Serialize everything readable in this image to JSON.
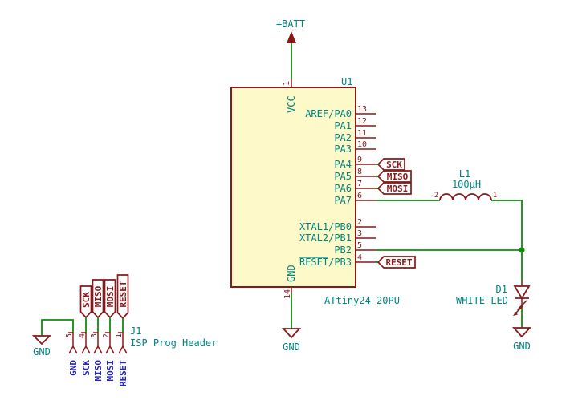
{
  "colors": {
    "component": "#8a1818",
    "wire": "#0d8c0d",
    "field_text": "#008484",
    "blue_text": "#2424c2",
    "ic_fill": "#fdf9c8"
  },
  "power": {
    "batt": "+BATT",
    "grounds": [
      "GND",
      "GND",
      "GND"
    ]
  },
  "ic": {
    "reference": "U1",
    "value": "ATtiny24-20PU",
    "top_pin": {
      "number": "1",
      "name": "VCC"
    },
    "bottom_pin": {
      "number": "14",
      "name": "GND"
    },
    "right_pins": [
      {
        "number": "13",
        "name": "AREF/PA0"
      },
      {
        "number": "12",
        "name": "PA1"
      },
      {
        "number": "11",
        "name": "PA2"
      },
      {
        "number": "10",
        "name": "PA3"
      },
      {
        "number": "9",
        "name": "PA4"
      },
      {
        "number": "8",
        "name": "PA5"
      },
      {
        "number": "7",
        "name": "PA6"
      },
      {
        "number": "6",
        "name": "PA7"
      },
      {
        "number": "2",
        "name": "XTAL1/PB0"
      },
      {
        "number": "3",
        "name": "XTAL2/PB1"
      },
      {
        "number": "5",
        "name": "PB2"
      },
      {
        "number": "4",
        "name": "RESET/PB3"
      }
    ]
  },
  "net_labels": {
    "sck": "SCK",
    "miso": "MISO",
    "mosi": "MOSI",
    "reset": "RESET"
  },
  "inductor": {
    "reference": "L1",
    "value": "100µH",
    "pin_left": "2",
    "pin_right": "1"
  },
  "led": {
    "reference": "D1",
    "value": "WHITE LED"
  },
  "header": {
    "reference": "J1",
    "value": "ISP Prog Header",
    "pins": [
      {
        "number": "5",
        "name": "GND"
      },
      {
        "number": "4",
        "name": "SCK"
      },
      {
        "number": "3",
        "name": "MISO"
      },
      {
        "number": "2",
        "name": "MOSI"
      },
      {
        "number": "1",
        "name": "RESET"
      }
    ]
  }
}
